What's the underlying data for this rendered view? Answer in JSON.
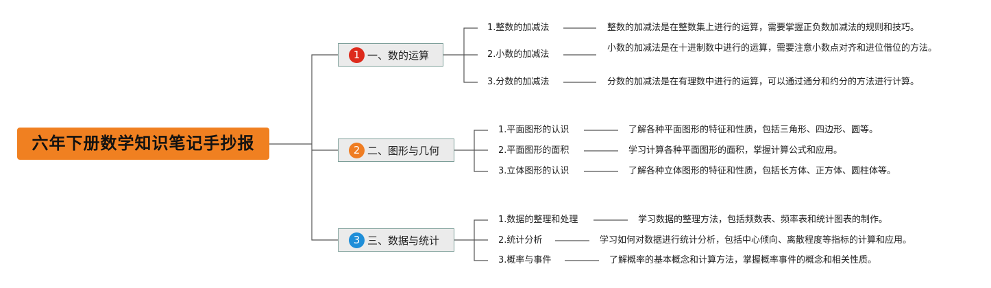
{
  "root": {
    "title": "六年下册数学知识笔记手抄报",
    "color": "#f08021"
  },
  "topics": [
    {
      "badge": "1",
      "badge_color": "#dd2a1c",
      "label": "一、数的运算",
      "items": [
        {
          "label": "1.整数的加减法",
          "desc": "整数的加减法是在整数集上进行的运算，需要掌握正负数加减法的规则和技巧。"
        },
        {
          "label": "2.小数的加减法",
          "desc": "小数的加减法是在十进制数中进行的运算，需要注意小数点对齐和进位借位的方法。"
        },
        {
          "label": "3.分数的加减法",
          "desc": "分数的加减法是在有理数中进行的运算，可以通过通分和约分的方法进行计算。"
        }
      ]
    },
    {
      "badge": "2",
      "badge_color": "#ef7d23",
      "label": "二、图形与几何",
      "items": [
        {
          "label": "1.平面图形的认识",
          "desc": "了解各种平面图形的特征和性质，包括三角形、四边形、圆等。"
        },
        {
          "label": "2.平面图形的面积",
          "desc": "学习计算各种平面图形的面积，掌握计算公式和应用。"
        },
        {
          "label": "3.立体图形的认识",
          "desc": "了解各种立体图形的特征和性质，包括长方体、正方体、圆柱体等。"
        }
      ]
    },
    {
      "badge": "3",
      "badge_color": "#1f8ed8",
      "label": "三、数据与统计",
      "items": [
        {
          "label": "1.数据的整理和处理",
          "desc": "学习数据的整理方法，包括频数表、频率表和统计图表的制作。"
        },
        {
          "label": "2.统计分析",
          "desc": "学习如何对数据进行统计分析，包括中心倾向、离散程度等指标的计算和应用。"
        },
        {
          "label": "3.概率与事件",
          "desc": "了解概率的基本概念和计算方法，掌握概率事件的概念和相关性质。"
        }
      ]
    }
  ]
}
